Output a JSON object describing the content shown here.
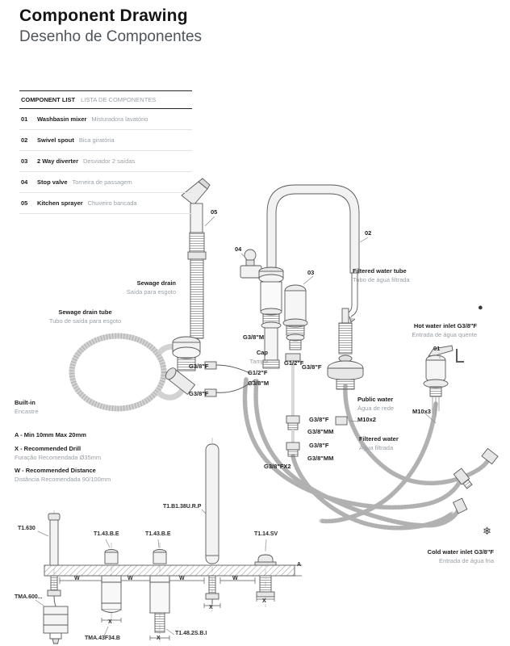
{
  "page": {
    "title": "Component Drawing",
    "subtitle": "Desenho de Componentes"
  },
  "component_list": {
    "title_en": "COMPONENT LIST",
    "title_pt": "LISTA DE COMPONENTES",
    "items": [
      {
        "num": "01",
        "name_en": "Washbasin mixer",
        "name_pt": "Misturadora lavatório"
      },
      {
        "num": "02",
        "name_en": "Swivel spout",
        "name_pt": "Bica giratória"
      },
      {
        "num": "03",
        "name_en": "2 Way diverter",
        "name_pt": "Desviador 2 saídas"
      },
      {
        "num": "04",
        "name_en": "Stop valve",
        "name_pt": "Torneira de passagem"
      },
      {
        "num": "05",
        "name_en": "Kitchen sprayer",
        "name_pt": "Chuveiro bancada"
      }
    ]
  },
  "diagram": {
    "part_refs": {
      "p01": "01",
      "p02": "02",
      "p03": "03",
      "p04": "04",
      "p05": "05"
    },
    "callouts": {
      "filtered_water_tube": {
        "en": "Filtered water tube",
        "pt": "Tubo de água filtrada"
      },
      "sewage_drain": {
        "en": "Sewage drain",
        "pt": "Saída para esgoto"
      },
      "sewage_drain_tube": {
        "en": "Sewage drain tube",
        "pt": "Tubo de saída para esgoto"
      },
      "hot_water_inlet": {
        "en": "Hot water inlet G3/8\"F",
        "pt": "Entrada de água quente"
      },
      "cold_water_inlet": {
        "en": "Cold water inlet G3/8\"F",
        "pt": "Entrada de água fria"
      },
      "public_water": {
        "en": "Public water",
        "pt": "Água de rede"
      },
      "filtered_water": {
        "en": "Filtered water",
        "pt": "Água filtrada"
      },
      "cap": {
        "en": "Cap",
        "pt": "Tampa"
      },
      "built_in": {
        "en": "Built-in",
        "pt": "Encastre"
      }
    },
    "threads": {
      "g38m_top": "G3/8\"M",
      "g12f_1": "G1/2\"F",
      "g38f_r1": "G3/8\"F",
      "g38f_l1": "G3/8\"F",
      "g12f_2": "G1/2\"F",
      "g38m_2": "G3/8\"M",
      "g38f_l2": "G3/8\"F",
      "g38f_m1": "G3/8\"F",
      "g38mm_1": "G3/8\"MM",
      "g38f_m2": "G3/8\"F",
      "g38mm_2": "G3/8\"MM",
      "g38fx2": "G3/8\"FX2",
      "m10x2": "M10x2",
      "m10x3": "M10x3"
    },
    "notes": {
      "a": "A - Min 10mm Max 20mm",
      "x_en": "X - Recommended Drill",
      "x_pt": "Furação Recomendada Ø35mm",
      "w_en": "W - Recommended Distance",
      "w_pt": "Distância Recomendada 90/100mm"
    },
    "codes": {
      "t1630": "T1.630",
      "t143be": "T1.43.B.E",
      "t1b138urp": "T1.B1.38U.R.P",
      "t114sv": "T1.14.SV",
      "tma600": "TMA.600...",
      "tma43f34b": "TMA.43F34.B",
      "t1482sbi": "T1.48.2S.B.I"
    },
    "dims": {
      "w": "W",
      "x": "X",
      "a": "A"
    },
    "icons": {
      "hot_dot": "●",
      "cold_snowflake": "❄"
    }
  }
}
